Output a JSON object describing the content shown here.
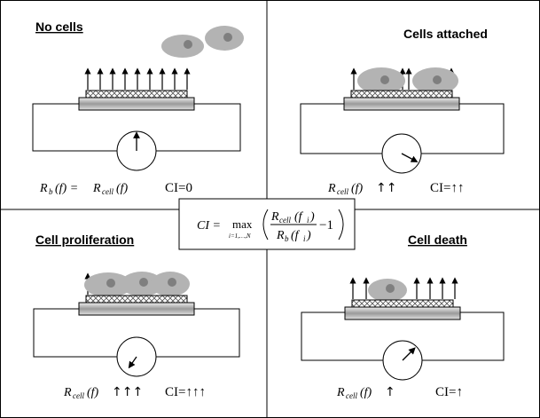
{
  "panels": [
    {
      "title": "No cells",
      "formula_left": "R",
      "formula_left_sub": "b",
      "formula_mid": "(f) =",
      "formula_right": "R",
      "formula_right_sub": "cell",
      "formula_right_tail": "(f)",
      "ci": "CI=0"
    },
    {
      "title": "Cells attached",
      "formula_left": "R",
      "formula_left_sub": "cell",
      "formula_mid": "(f)",
      "arrows": "↑↑",
      "ci": "CI=↑↑"
    },
    {
      "title": "Cell proliferation",
      "formula_left": "R",
      "formula_left_sub": "cell",
      "formula_mid": "(f)",
      "arrows": "↑↑↑",
      "ci": "CI=↑↑↑"
    },
    {
      "title": "Cell death",
      "formula_left": "R",
      "formula_left_sub": "cell",
      "formula_mid": "(f)",
      "arrows": "↑",
      "ci": "CI=↑"
    }
  ],
  "center_formula": {
    "lhs": "CI =",
    "max": "max",
    "max_sub": "i=1,…,N",
    "num": "R",
    "num_sub": "cell",
    "num_tail": "(f",
    "num_i": "i",
    "num_close": ")",
    "den": "R",
    "den_sub": "b",
    "den_tail": "(f",
    "den_i": "i",
    "den_close": ")",
    "minus": "−1"
  },
  "colors": {
    "cell": "#b3b3b3",
    "nucleus": "#7f7f7f",
    "electrode": "#c8c8c8",
    "line": "#000000"
  }
}
